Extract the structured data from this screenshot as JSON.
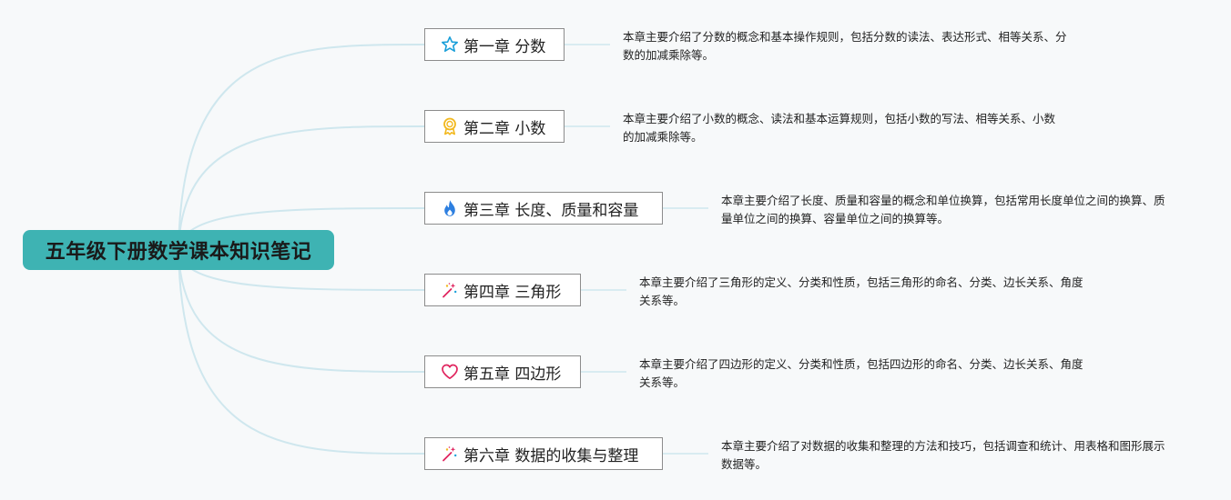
{
  "root": {
    "title": "五年级下册数学课本知识笔记"
  },
  "chapters": [
    {
      "icon": "star-icon",
      "title": "第一章 分数",
      "description": "本章主要介绍了分数的概念和基本操作规则，包括分数的读法、表达形式、相等关系、分数的加减乘除等。"
    },
    {
      "icon": "award-medal-icon",
      "title": "第二章 小数",
      "description": "本章主要介绍了小数的概念、读法和基本运算规则，包括小数的写法、相等关系、小数的加减乘除等。"
    },
    {
      "icon": "flame-icon",
      "title": "第三章 长度、质量和容量",
      "description": "本章主要介绍了长度、质量和容量的概念和单位换算，包括常用长度单位之间的换算、质量单位之间的换算、容量单位之间的换算等。"
    },
    {
      "icon": "magic-wand-icon",
      "title": "第四章 三角形",
      "description": "本章主要介绍了三角形的定义、分类和性质，包括三角形的命名、分类、边长关系、角度关系等。"
    },
    {
      "icon": "heart-icon",
      "title": "第五章 四边形",
      "description": "本章主要介绍了四边形的定义、分类和性质，包括四边形的命名、分类、边长关系、角度关系等。"
    },
    {
      "icon": "magic-wand-icon",
      "title": "第六章 数据的收集与整理",
      "description": "本章主要介绍了对数据的收集和整理的方法和技巧，包括调查和统计、用表格和图形展示数据等。"
    }
  ],
  "colors": {
    "background": "#f7f9fa",
    "root_fill": "#3eb3b3",
    "branch_line": "#cfe7ee",
    "node_border": "#8c8c8c",
    "star": "#1a9fd9",
    "medal": "#f2b81e",
    "flame": "#2d7fe0",
    "wand": "#e0245e",
    "heart": "#e0245e"
  }
}
